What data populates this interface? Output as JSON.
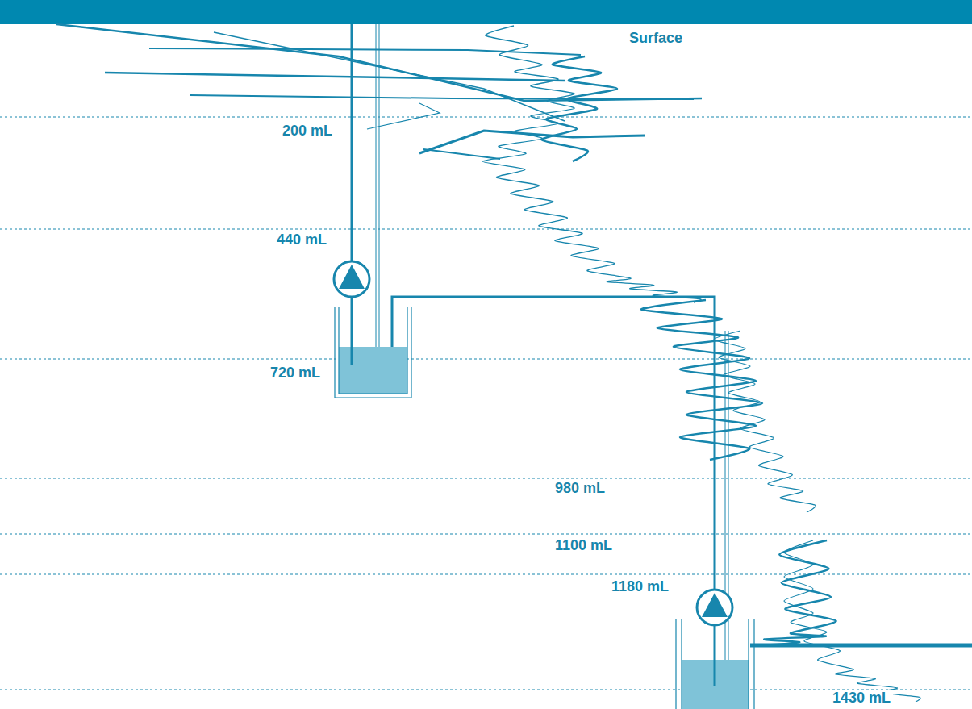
{
  "diagram": {
    "labels": [
      "Surface",
      "200 mL",
      "440 mL",
      "720 mL",
      "980 mL",
      "1100 mL",
      "1180 mL",
      "1430 mL"
    ]
  }
}
